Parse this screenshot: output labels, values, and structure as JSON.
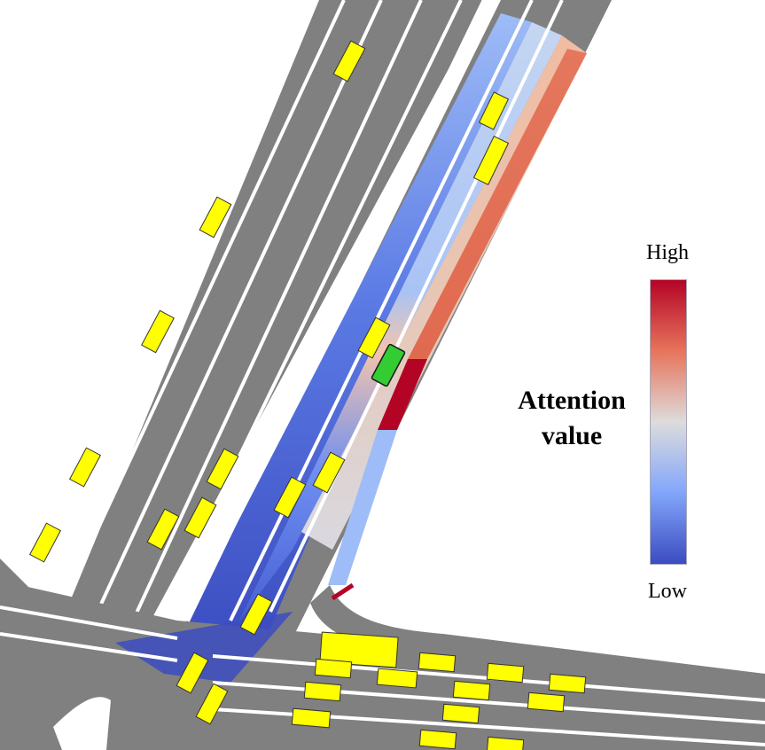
{
  "legend": {
    "title_line1": "Attention",
    "title_line2": "value",
    "high_label": "High",
    "low_label": "Low",
    "colormap": [
      "#b40426",
      "#e7745b",
      "#dddcdc",
      "#82a6fb",
      "#3b4cc0"
    ]
  },
  "colors": {
    "road": "#808080",
    "lane_divider": "#ffffff",
    "vehicle": "#ffff00",
    "ego_vehicle": "#33cc33",
    "vehicle_outline": "#333333"
  }
}
